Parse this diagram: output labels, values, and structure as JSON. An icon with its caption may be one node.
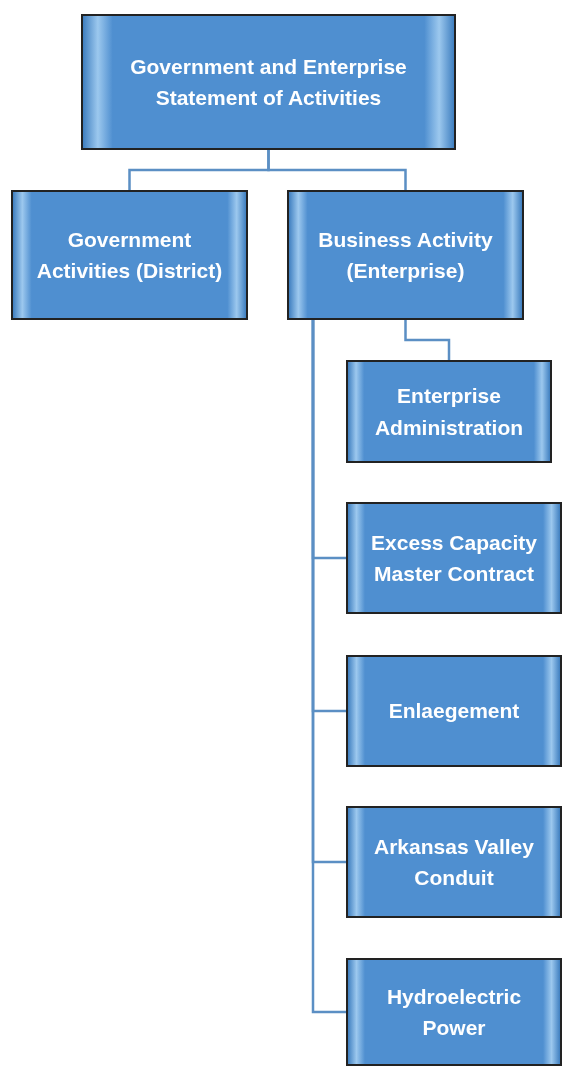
{
  "diagram": {
    "nodes": [
      {
        "text": [
          "Government and Enterprise Statement of Activities"
        ]
      },
      {
        "text": [
          "Government Activities (District)"
        ]
      },
      {
        "text": [
          "Business Activity (Enterprise)"
        ]
      },
      {
        "text": [
          "Enterprise Administration"
        ]
      },
      {
        "text": [
          "Excess Capacity Master Contract"
        ]
      },
      {
        "text": [
          "Enlaegement"
        ]
      },
      {
        "text": [
          "Arkansas Valley Conduit"
        ]
      },
      {
        "text": [
          "Hydroelectric Power"
        ]
      }
    ],
    "edges": [
      {
        "from": 0,
        "to": 1,
        "arrow": "none"
      },
      {
        "from": 0,
        "to": 2,
        "arrow": "none"
      },
      {
        "from": 2,
        "to": 3,
        "arrow": "none"
      },
      {
        "from": 2,
        "to": 4,
        "arrow": "none"
      },
      {
        "from": 2,
        "to": 5,
        "arrow": "none"
      },
      {
        "from": 2,
        "to": 6,
        "arrow": "none"
      },
      {
        "from": 2,
        "to": 7,
        "arrow": "none"
      }
    ]
  }
}
